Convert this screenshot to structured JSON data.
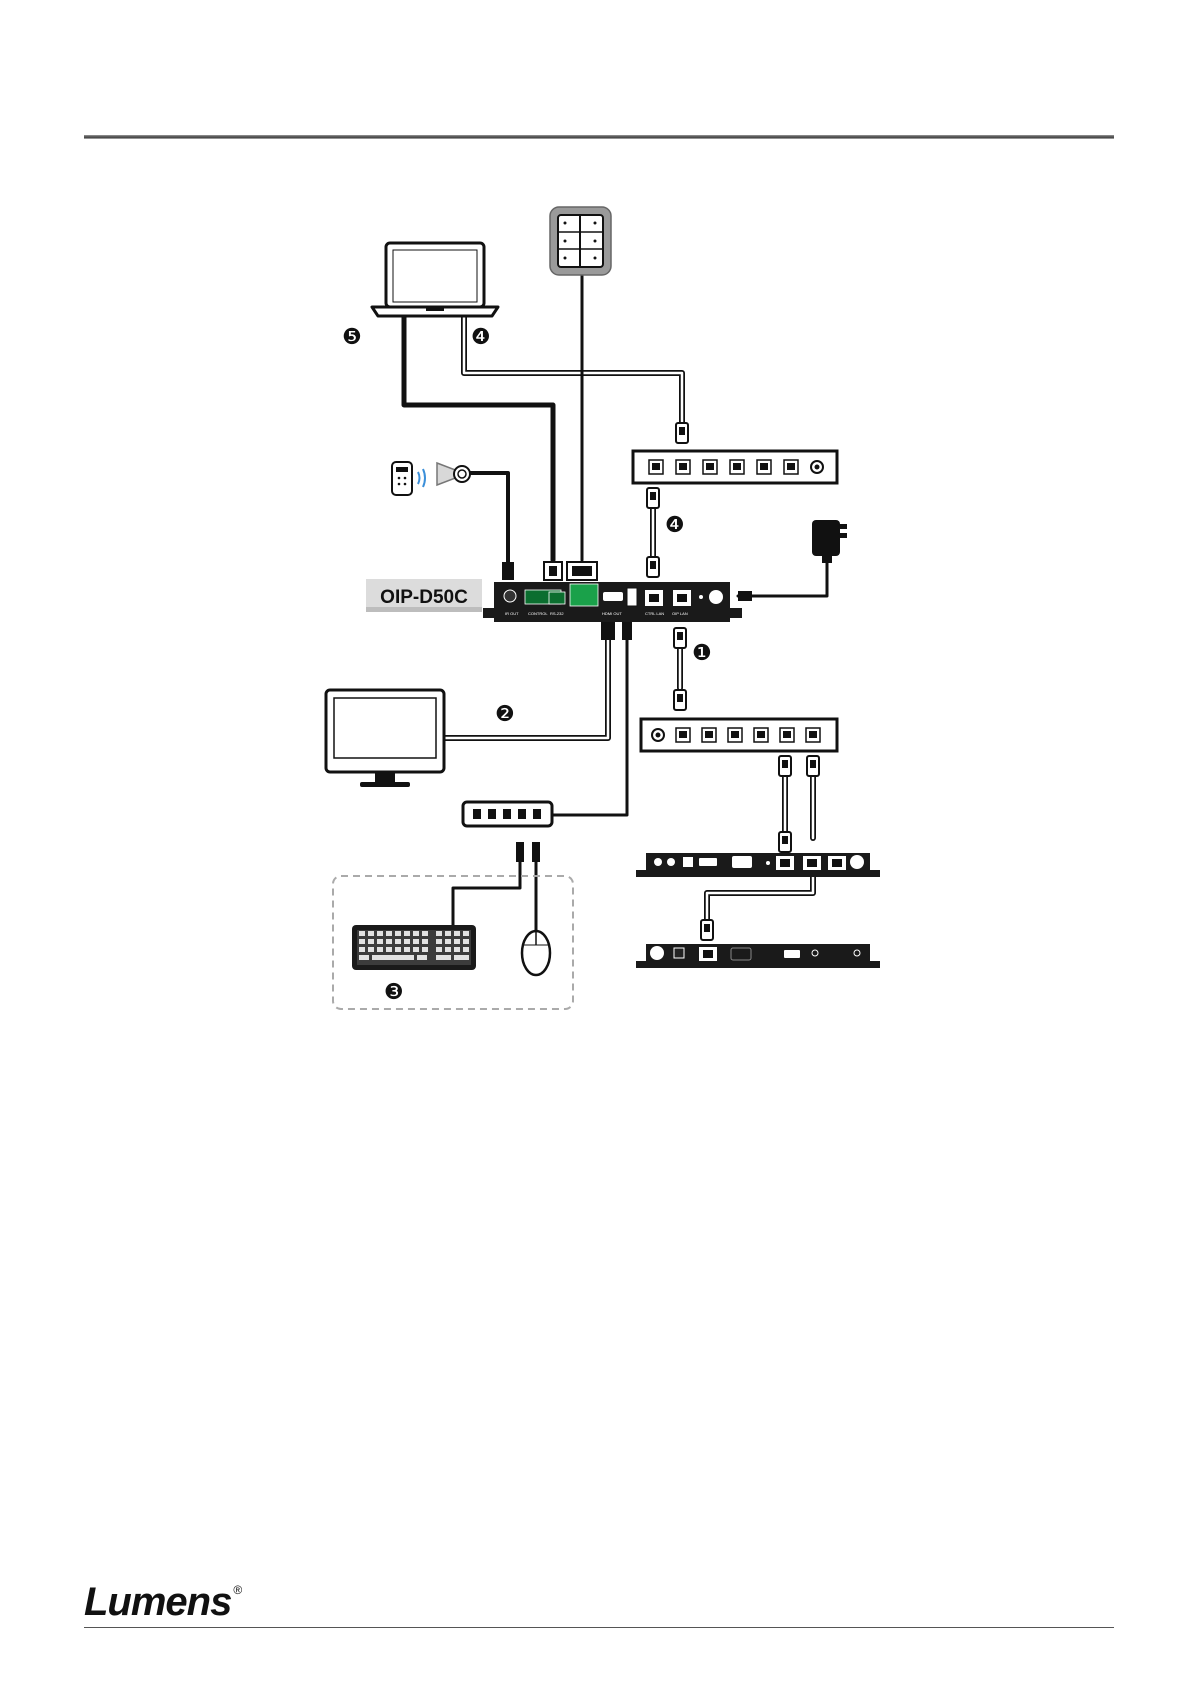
{
  "device": {
    "model": "OIP-D50C"
  },
  "markers": {
    "m1": "❶",
    "m2": "❷",
    "m3": "❸",
    "m4": "❹",
    "m5": "❺"
  },
  "footer": {
    "logo_text": "Lumens",
    "logo_mark": "®"
  },
  "colors": {
    "cable": "#111111",
    "device": "#1a1a1a",
    "rule": "#4a4a4a"
  }
}
